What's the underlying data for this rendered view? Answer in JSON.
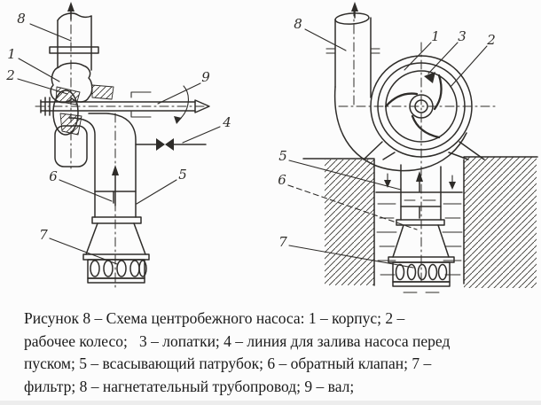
{
  "colors": {
    "ink": "#2e2c29",
    "paper": "#fcfcfc",
    "caption_text": "#1a1a1a"
  },
  "caption": {
    "lines": [
      "Рисунок 8 – Схема центробежного насоса: 1 – корпус; 2 –",
      "рабочее колесо;   3 – лопатки; 4 – линия для залива насоса перед",
      "пуском; 5 – всасывающий патрубок; 6 – обратный клапан; 7 –",
      "фильтр; 8 – нагнетательный трубопровод; 9 – вал;"
    ]
  },
  "left_view": {
    "labels": {
      "n1": "1",
      "n2": "2",
      "n4": "4",
      "n5": "5",
      "n6": "6",
      "n7": "7",
      "n8": "8",
      "n9": "9"
    }
  },
  "right_view": {
    "labels": {
      "n1": "1",
      "n2": "2",
      "n3": "3",
      "n5": "5",
      "n6": "6",
      "n7": "7",
      "n8": "8"
    }
  }
}
